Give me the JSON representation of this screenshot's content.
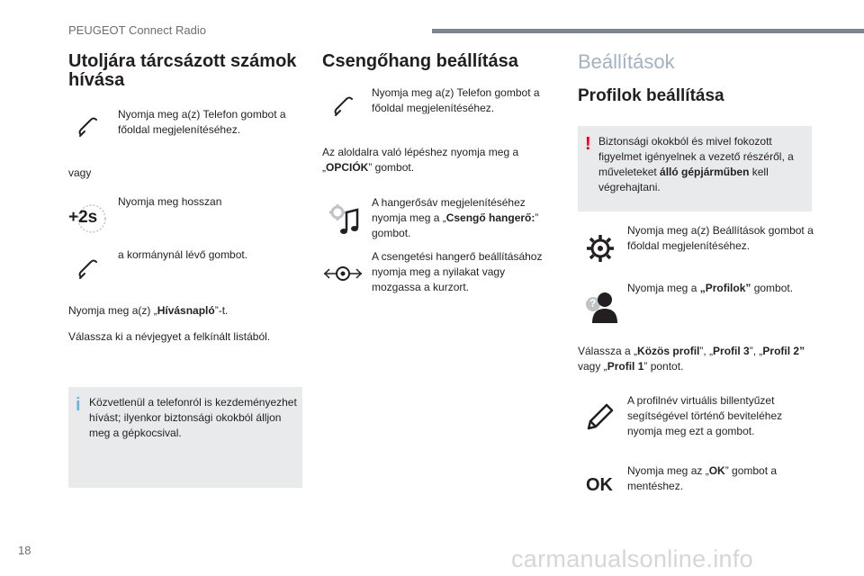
{
  "header": {
    "title": "PEUGEOT Connect Radio"
  },
  "page_number": "18",
  "watermark": "carmanualsonline.info",
  "colors": {
    "accent_bar": "#7c868f",
    "note_bg": "#e9eaeb",
    "warning_red": "#e2001a",
    "info_blue": "#5bbde4",
    "heading_blue": "#9fb3c4"
  },
  "col1": {
    "title": "Utoljára tárcsázott számok hívása",
    "step1": "Nyomja meg a(z) Telefon gombot a főoldal megjelenítéséhez.",
    "or": "vagy",
    "step2": "Nyomja meg hosszan",
    "icon_2s_label": "+2s",
    "step3": "a kormánynál lévő gombot.",
    "step4_pre": "Nyomja meg a(z) „",
    "step4_bold": "Hívásnapló",
    "step4_post": "”-t.",
    "step5": "Válassza ki a névjegyet a felkínált listából.",
    "note_mark": "i",
    "note": "Közvetlenül a telefonról is kezdeményezhet hívást; ilyenkor biztonsági okokból álljon meg a gépkocsival."
  },
  "col2": {
    "title": "Csengőhang beállítása",
    "step1": "Nyomja meg a(z) Telefon gombot a főoldal megjelenítéséhez.",
    "step2_pre": "Az aloldalra való lépéshez nyomja meg a „",
    "step2_bold": "OPCIÓK",
    "step2_post": "” gombot.",
    "step3_pre": "A hangerősáv megjelenítéséhez nyomja meg a „",
    "step3_bold": "Csengő hangerő:",
    "step3_post": "” gombot.",
    "step4": "A csengetési hangerő beállításához nyomja meg a nyilakat vagy mozgassa a kurzort."
  },
  "col3": {
    "section_title": "Beállítások",
    "title": "Profilok beállítása",
    "warning_mark": "!",
    "warning_pre": "Biztonsági okokból és mivel fokozott figyelmet igényelnek a vezető részéről, a műveleteket ",
    "warning_bold": "álló gépjárműben",
    "warning_post": " kell végrehajtani.",
    "step1": "Nyomja meg a(z) Beállítások gombot a főoldal megjelenítéséhez.",
    "step2_pre": "Nyomja meg a ",
    "step2_bold": "„Profilok”",
    "step2_post": " gombot.",
    "step3_a": "Válassza a „",
    "step3_b": "Közös profil",
    "step3_c": "”, „",
    "step3_d": "Profil 3",
    "step3_e": "”, „",
    "step3_f": "Profil 2”",
    "step3_g": " vagy „",
    "step3_h": "Profil 1",
    "step3_i": "” pontot.",
    "step4": "A profilnév virtuális billentyűzet segítségével történő beviteléhez nyomja meg ezt a gombot.",
    "step5_pre": "Nyomja meg az „",
    "step5_bold": "OK",
    "step5_post": "” gombot a mentéshez.",
    "ok_label": "OK",
    "profile_icon_mark": "?"
  }
}
